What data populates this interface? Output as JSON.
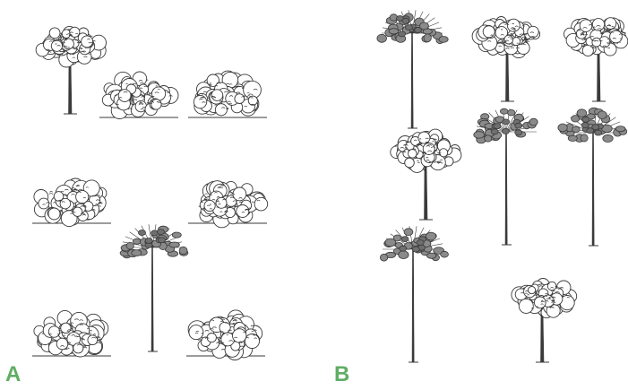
{
  "panels": [
    {
      "label": "A",
      "plants": [
        {
          "kind": "broadleaf-tree"
        },
        {
          "kind": "shrub"
        },
        {
          "kind": "shrub"
        },
        {
          "kind": "shrub"
        },
        {
          "kind": "shrub"
        },
        {
          "kind": "palm-tree"
        },
        {
          "kind": "shrub"
        },
        {
          "kind": "shrub"
        }
      ]
    },
    {
      "label": "B",
      "plants": [
        {
          "kind": "palm-tree"
        },
        {
          "kind": "broadleaf-tree"
        },
        {
          "kind": "broadleaf-tree"
        },
        {
          "kind": "broadleaf-tree"
        },
        {
          "kind": "palm-tree"
        },
        {
          "kind": "palm-tree"
        },
        {
          "kind": "palm-tree"
        },
        {
          "kind": "broadleaf-tree"
        }
      ]
    }
  ],
  "colors": {
    "ink": "#3a3a3a",
    "fill": "#ffffff",
    "label": "#5fae64"
  }
}
